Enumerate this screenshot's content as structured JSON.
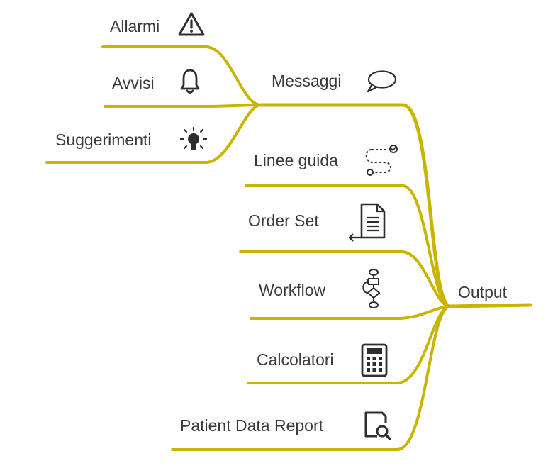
{
  "diagram": {
    "root": {
      "label": "Output"
    },
    "groups": [
      {
        "label": "Messaggi",
        "icon": "speech-bubble-icon",
        "children": [
          {
            "label": "Allarmi",
            "icon": "warning-triangle-icon"
          },
          {
            "label": "Avvisi",
            "icon": "bell-icon"
          },
          {
            "label": "Suggerimenti",
            "icon": "lightbulb-icon"
          }
        ]
      }
    ],
    "items": [
      {
        "label": "Linee guida",
        "icon": "path-check-icon"
      },
      {
        "label": "Order Set",
        "icon": "document-return-icon"
      },
      {
        "label": "Workflow",
        "icon": "flowchart-icon"
      },
      {
        "label": "Calcolatori",
        "icon": "calculator-icon"
      },
      {
        "label": "Patient Data Report",
        "icon": "report-search-icon"
      }
    ],
    "colors": {
      "branch": "#c9b400",
      "text": "#3a3a3a",
      "icon": "#2e2e2e"
    }
  }
}
